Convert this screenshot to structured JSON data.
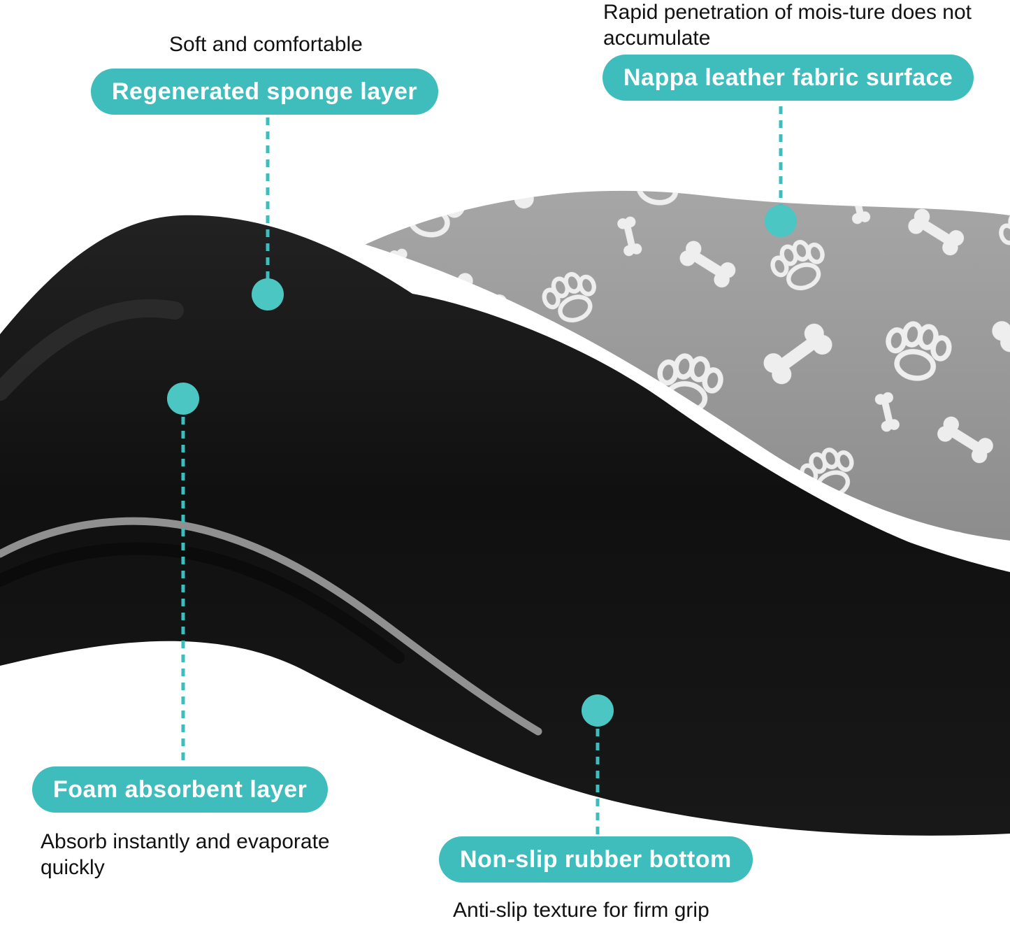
{
  "colors": {
    "accent": "#3fbdbd",
    "dot": "#4cc6c3",
    "note_text": "#121212",
    "fabric_gray": "#9a9a9a",
    "mat_black": "#121212",
    "rim_white": "#ffffff"
  },
  "product": {
    "description": "Layered pet feeding mat cross-section",
    "pattern_motifs": [
      "bone",
      "paw-print"
    ]
  },
  "callouts": {
    "sponge": {
      "note": "Soft and comfortable",
      "label": "Regenerated sponge layer"
    },
    "fabric": {
      "note": "Rapid penetration of mois-ture does not accumulate",
      "label": "Nappa leather fabric surface"
    },
    "foam": {
      "label": "Foam absorbent layer",
      "note": "Absorb instantly and evaporate quickly"
    },
    "rubber": {
      "label": "Non-slip rubber bottom",
      "note": "Anti-slip texture for firm grip"
    }
  }
}
